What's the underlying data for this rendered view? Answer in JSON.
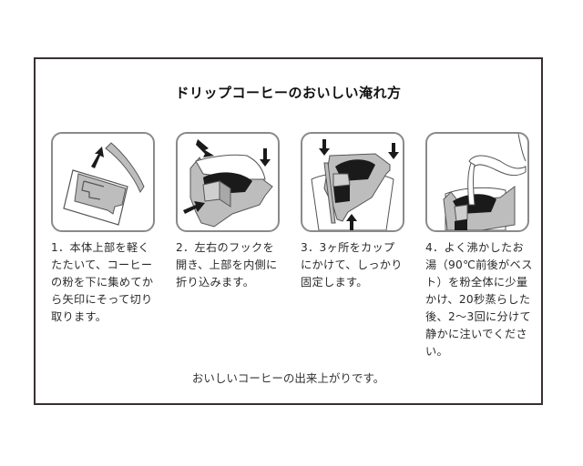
{
  "document": {
    "title": "ドリップコーヒーのおいしい淹れ方",
    "steps": [
      {
        "number": "1．",
        "text": "1．本体上部を軽く\nたたいて、コーヒー\nの粉を下に集めてか\nら矢印にそって切り\n取ります。",
        "illustration": "tear-open-packet"
      },
      {
        "number": "2．",
        "text": "2．左右のフックを\n開き、上部を内側に\n折り込みます。",
        "illustration": "open-hooks-fold"
      },
      {
        "number": "3．",
        "text": "3．3ヶ所をカップ\nにかけて、しっかり\n固定します。",
        "illustration": "hang-on-cup"
      },
      {
        "number": "4．",
        "text": "4．よく沸かしたお\n湯（90℃前後がベス\nト）を粉全体に少量\nかけ、20秒蒸らした\n後、2～3回に分けて\n静かに注いでくださ\nい。",
        "illustration": "pour-hot-water"
      }
    ],
    "footer": "おいしいコーヒーの出来上がりです。"
  },
  "colors": {
    "frame_border": "#3a2f30",
    "panel_border": "#8a8a8a",
    "illustration_gray": "#b5b5b5",
    "illustration_dark": "#1a1a1a"
  }
}
